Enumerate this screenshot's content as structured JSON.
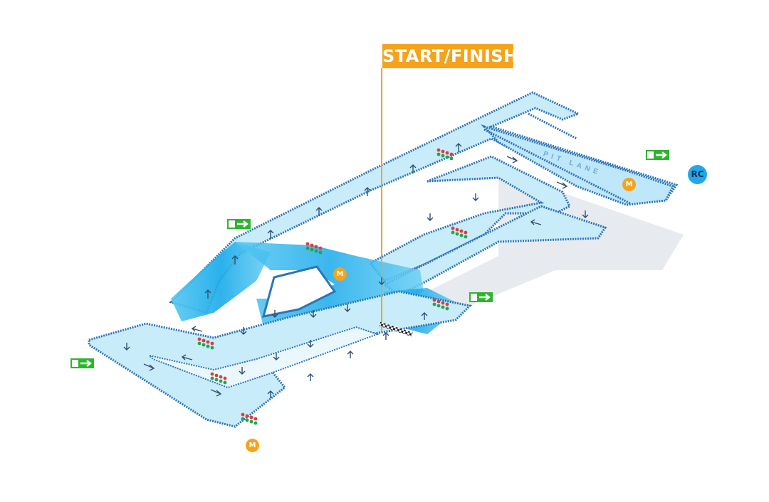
{
  "labels": {
    "start_finish": "START/FINISH",
    "pit_lane": "PIT LANE",
    "race_control": "RC",
    "marshal": "M"
  },
  "icons": {
    "marshal_post": "marshal-post-icon",
    "race_control": "race-control-icon",
    "emergency_exit": "emergency-exit-icon",
    "starting_lights": "starting-lights-icon",
    "direction_arrow": "direction-arrow-icon"
  },
  "colors": {
    "track_fill": "#c9ecfb",
    "track_edge": "#2d74b8",
    "tunnel_fill": "#25b4ef",
    "shadow": "#d9dee4",
    "start_finish": "#f5a31a",
    "marshal": "#f5a31a",
    "race_control": "#22a8ea",
    "exit": "#2db52d"
  }
}
